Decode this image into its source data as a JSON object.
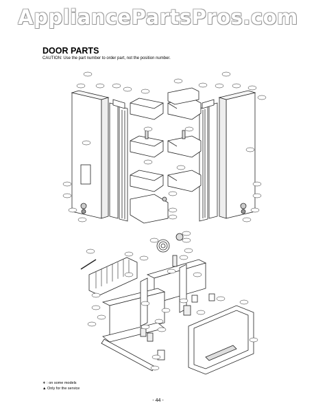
{
  "watermark": "AppliancePartsPros.com",
  "title": "DOOR PARTS",
  "caution": "CAUTION: Use the part number to order part, not the position number.",
  "legend": {
    "on_some_models": "∗ : on some models",
    "service_only": "▲ Only for the service"
  },
  "page_number": "- 44 -"
}
